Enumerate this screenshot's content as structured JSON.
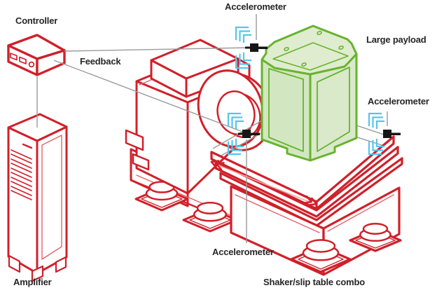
{
  "diagram": {
    "labels": {
      "controller": "Controller",
      "feedback": "Feedback",
      "accelerometer_top": "Accelerometer",
      "large_payload": "Large payload",
      "accelerometer_right": "Accelerometer",
      "accelerometer_bottom": "Accelerometer",
      "amplifier": "Amplifier",
      "shaker_combo": "Shaker/slip table combo"
    },
    "colors": {
      "background": "#ffffff",
      "machine_red": "#d0202a",
      "machine_red_thin": "#e2636c",
      "motion_arrow_pink": "#f4a9a6",
      "payload_green_stroke": "#67b32e",
      "payload_fill_top": "#dfeccf",
      "payload_fill_left": "#d3e6c2",
      "payload_fill_right": "#d9e9c9",
      "vibration_blue": "#56c5ee",
      "connection_gray": "#9a9a9a",
      "sensor_black": "#161616",
      "text": "#262626"
    },
    "icons": {
      "accelerometer_sensor": "black-square-with-stud",
      "vibration_waves": "nested-corner-brackets",
      "motion_arrow": "double-headed-chevron-arrow"
    },
    "connections": [
      {
        "name": "feedback-line-top",
        "from": "controller",
        "to": "accelerometer on payload top"
      },
      {
        "name": "feedback-line-table",
        "from": "controller",
        "to": "accelerometer on slip table"
      },
      {
        "name": "drive-line",
        "from": "controller",
        "to": "amplifier"
      }
    ]
  }
}
